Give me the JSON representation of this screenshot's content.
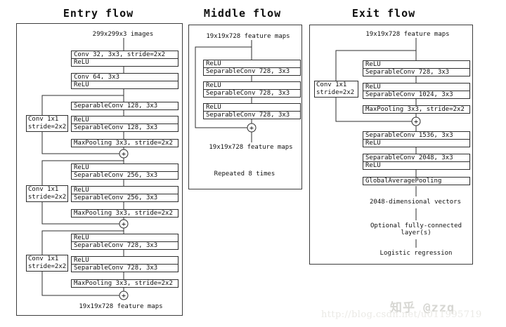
{
  "misc": {
    "plus": "+"
  },
  "entry": {
    "title": "Entry flow",
    "input": "299x299x3 images",
    "output": "19x19x728 feature maps",
    "skip": {
      "l1": "Conv 1x1",
      "l2": "stride=2x2"
    },
    "b1r1": "Conv 32, 3x3, stride=2x2",
    "b1r2": "ReLU",
    "b2r1": "Conv 64, 3x3",
    "b2r2": "ReLU",
    "b3": "SeparableConv 128, 3x3",
    "b4r1": "ReLU",
    "b4r2": "SeparableConv 128, 3x3",
    "b5": "MaxPooling 3x3, stride=2x2",
    "b6r1": "ReLU",
    "b6r2": "SeparableConv 256, 3x3",
    "b7r1": "ReLU",
    "b7r2": "SeparableConv 256, 3x3",
    "b8": "MaxPooling 3x3, stride=2x2",
    "b9r1": "ReLU",
    "b9r2": "SeparableConv 728, 3x3",
    "b10r1": "ReLU",
    "b10r2": "SeparableConv 728, 3x3",
    "b11": "MaxPooling 3x3, stride=2x2"
  },
  "middle": {
    "title": "Middle flow",
    "input": "19x19x728 feature maps",
    "p1r1": "ReLU",
    "p1r2": "SeparableConv 728, 3x3",
    "p2r1": "ReLU",
    "p2r2": "SeparableConv 728, 3x3",
    "p3r1": "ReLU",
    "p3r2": "SeparableConv 728, 3x3",
    "output": "19x19x728 feature maps",
    "repeat": "Repeated 8 times"
  },
  "exit": {
    "title": "Exit flow",
    "input": "19x19x728 feature maps",
    "skip": {
      "l1": "Conv 1x1",
      "l2": "stride=2x2"
    },
    "p1r1": "ReLU",
    "p1r2": "SeparableConv 728, 3x3",
    "p2r1": "ReLU",
    "p2r2": "SeparableConv 1024, 3x3",
    "mp": "MaxPooling 3x3, stride=2x2",
    "p3r1": "SeparableConv 1536, 3x3",
    "p3r2": "ReLU",
    "p4r1": "SeparableConv 2048, 3x3",
    "p4r2": "ReLU",
    "gap": "GlobalAveragePooling",
    "vectors": "2048-dimensional vectors",
    "fc_line1": "Optional fully-connected",
    "fc_line2": "layer(s)",
    "logistic": "Logistic regression"
  },
  "watermark": {
    "zhihu": "知乎 @zzq",
    "url": "http://blog.csdn.net/u011995719"
  }
}
